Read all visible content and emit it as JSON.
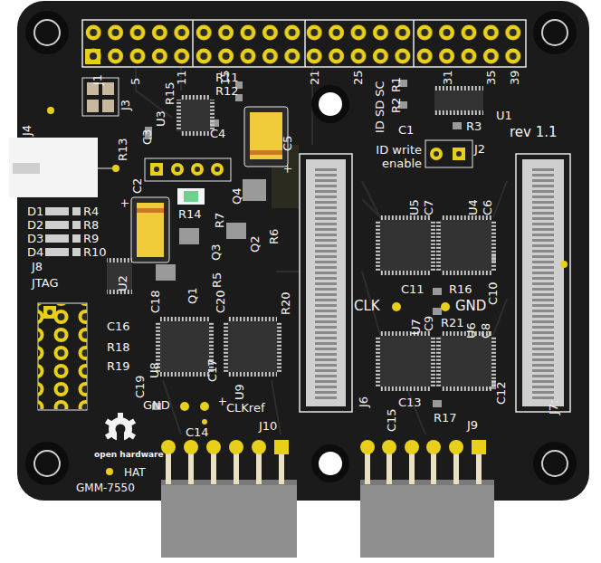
{
  "diagram": {
    "labels": [
      "J1",
      "5",
      "11",
      "15",
      "21",
      "25",
      "31",
      "35",
      "39",
      "J3",
      "R15",
      "R11",
      "R12",
      "U3",
      "C3",
      "R13",
      "C4",
      "C5",
      "+",
      "J4",
      "C2",
      "+",
      "R14",
      "R7",
      "Q4",
      "Q3",
      "Q2",
      "R6",
      "D1",
      "R4",
      "D2",
      "R8",
      "D3",
      "R9",
      "D4",
      "R10",
      "J8",
      "JTAG",
      "U2",
      "R5",
      "Q1",
      "C18",
      "C20",
      "R20",
      "C16",
      "R18",
      "R19",
      "U8",
      "U9",
      "C19",
      "C17",
      "+",
      "GND",
      "CLKref",
      "C14",
      "J10",
      "open hardware",
      "HAT",
      "GMM-7550",
      "ID SD SC",
      "R1",
      "R2",
      "C1",
      "U1",
      "R3",
      "ID write enable",
      "J2",
      "rev 1.1",
      "U5",
      "C7",
      "U4",
      "C6",
      "C11",
      "R16",
      "C10",
      "CLK",
      "GND",
      "U7",
      "C9",
      "R21",
      "U6",
      "C8",
      "J6",
      "C15",
      "C13",
      "R17",
      "C12",
      "J9",
      "J7:"
    ]
  }
}
